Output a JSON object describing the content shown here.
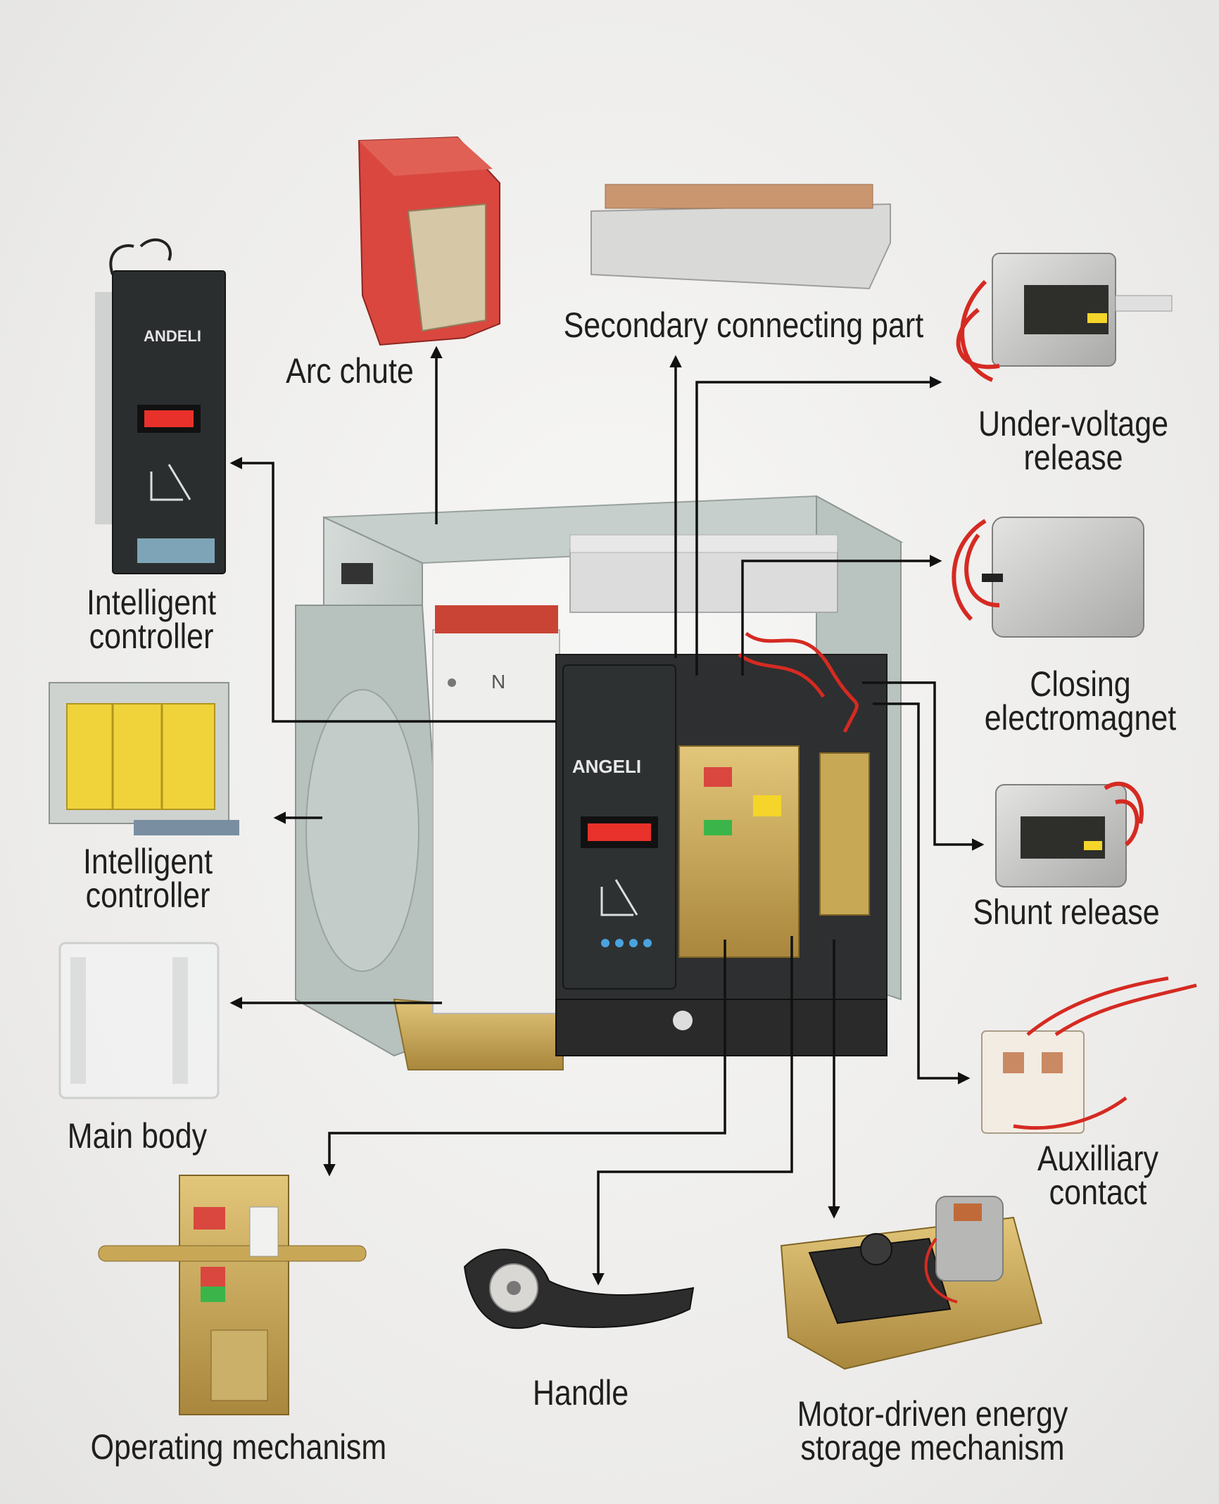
{
  "labels": {
    "arc_chute": "Arc chute",
    "secondary_connecting_part": "Secondary connecting part",
    "under_voltage_release": [
      "Under-voltage",
      "release"
    ],
    "intelligent_controller_top": [
      "Intelligent",
      "controller"
    ],
    "closing_electromagnet": [
      "Closing",
      "electromagnet"
    ],
    "intelligent_controller_mid": [
      "Intelligent",
      "controller"
    ],
    "shunt_release": "Shunt release",
    "main_body": "Main body",
    "auxiliary_contact": [
      "Auxilliary",
      "contact"
    ],
    "operating_mechanism": "Operating mechanism",
    "handle": "Handle",
    "motor_driven_energy_storage": [
      "Motor-driven energy",
      "storage mechanism"
    ]
  },
  "brand": {
    "controller_top": "ANDELI",
    "controller_center": "ANGELI",
    "neutral_mark": "N"
  },
  "colors": {
    "arrow": "#111111",
    "breaker_frame": "#b9c4bf",
    "arc_chute": "#d9473f",
    "controller": "#2d3132",
    "display_red": "#e8312a",
    "brass": "#c9a657",
    "wire_red": "#d52a22"
  }
}
